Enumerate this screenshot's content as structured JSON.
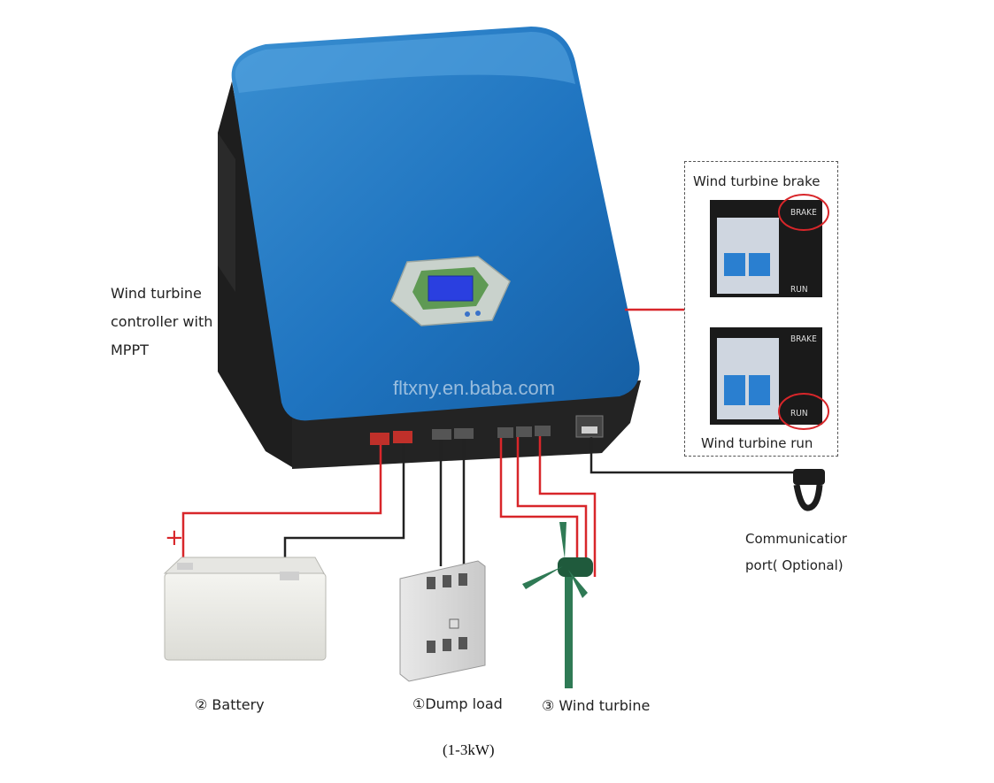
{
  "controller": {
    "label_lines": [
      "Wind turbine",
      "controller with",
      "MPPT"
    ],
    "watermark": "fltxny.en.baba.com"
  },
  "brake_panel": {
    "title": "Wind turbine brake",
    "footer": "Wind turbine run",
    "brake_tag": "BRAKE",
    "run_tag": "RUN"
  },
  "communication": {
    "label_lines": [
      "Communicatior",
      "port( Optional)"
    ]
  },
  "components": {
    "battery": "② Battery",
    "dump_load": "①Dump load",
    "wind_turbine": "③ Wind turbine"
  },
  "battery_polarity": "+",
  "caption": "(1-3kW)"
}
